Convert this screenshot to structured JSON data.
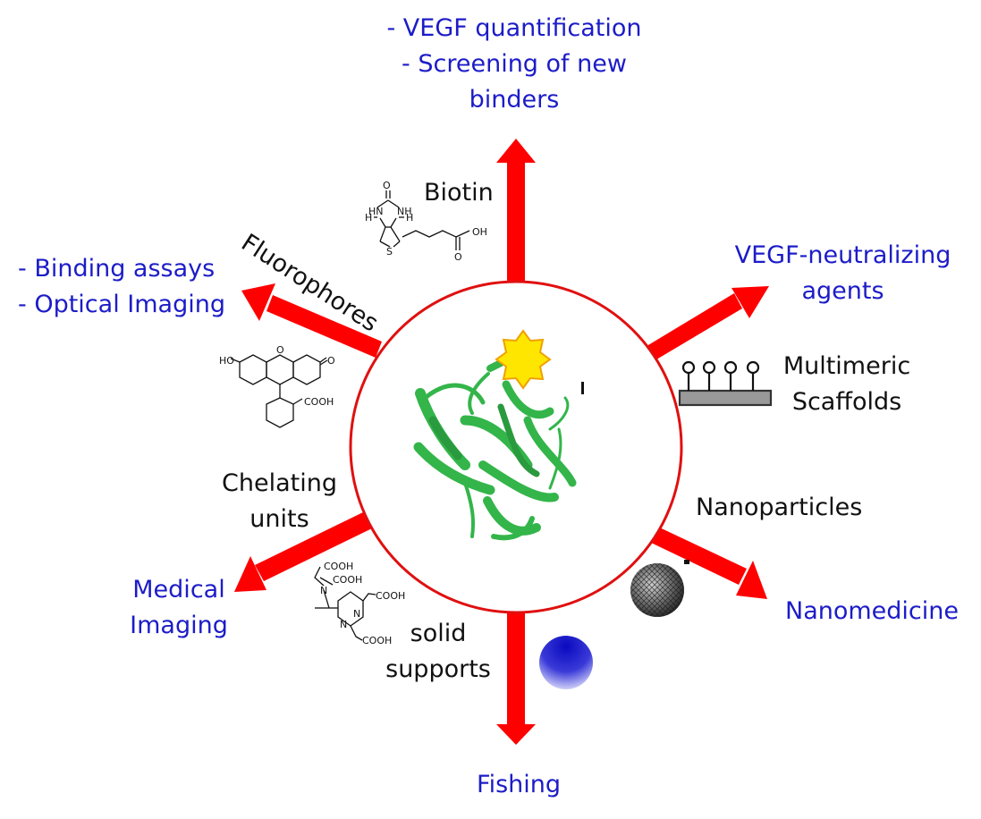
{
  "top": {
    "line1": "- VEGF quantification",
    "line2": "- Screening of  new",
    "line3": "binders"
  },
  "upper_right": {
    "line1": "VEGF-neutralizing",
    "line2": "agents"
  },
  "upper_left": {
    "line1": "- Binding assays",
    "line2": "- Optical Imaging"
  },
  "lower_left": {
    "line1": "Medical",
    "line2": "Imaging"
  },
  "lower_right": {
    "line1": "Nanomedicine"
  },
  "bottom": {
    "line1": "Fishing"
  },
  "biotin": {
    "label": "Biotin",
    "atoms": {
      "o": "O",
      "hn": "HN",
      "nh": "NH",
      "h1": "H",
      "h2": "H",
      "s": "S",
      "oh": "OH",
      "o2": "O"
    }
  },
  "fluorophores": {
    "label": "Fluorophores",
    "atoms": {
      "ho": "HO",
      "o1": "O",
      "o2": "O",
      "cooh": "COOH"
    }
  },
  "multimeric": {
    "line1": "Multimeric",
    "line2": "Scaffolds"
  },
  "nanoparticles": {
    "label": "Nanoparticles"
  },
  "chelating": {
    "line1": "Chelating",
    "line2": "units",
    "atoms": {
      "cooh1": "COOH",
      "cooh2": "COOH",
      "cooh3": "COOH",
      "cooh4": "COOH",
      "n1": "N",
      "n2": "N",
      "n3": "N"
    }
  },
  "solid": {
    "line1": "solid",
    "line2": "supports"
  },
  "colors": {
    "arrow": "#ff0000",
    "blue_text": "#1c1cc8",
    "protein": "#33b54a",
    "star": "#ffe600"
  }
}
